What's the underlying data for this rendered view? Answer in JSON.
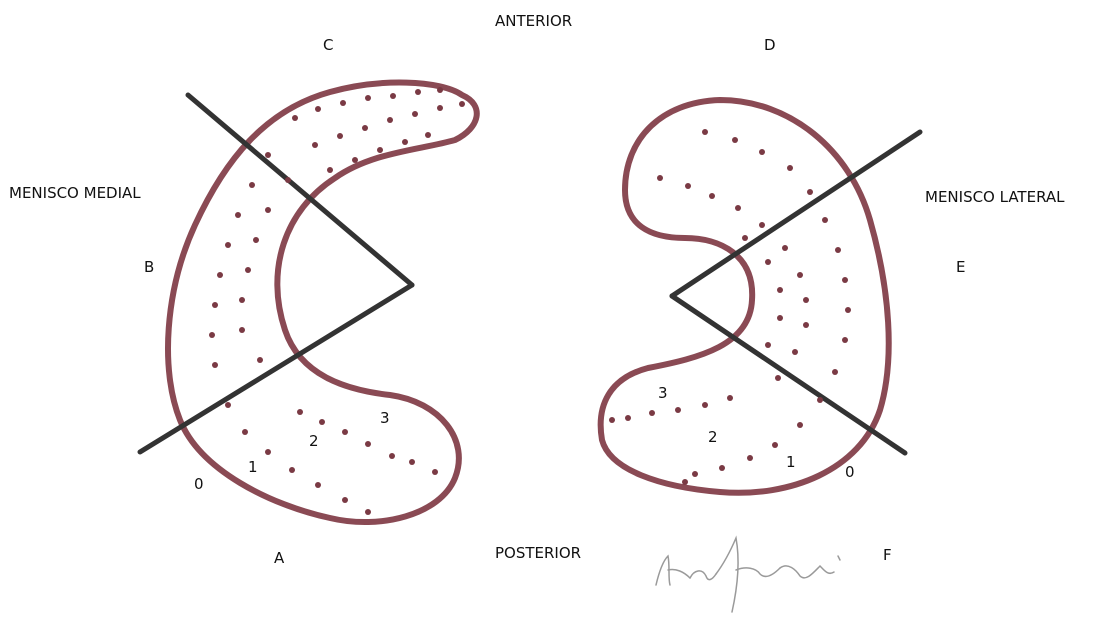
{
  "headings": {
    "anterior": "ANTERIOR",
    "posterior": "POSTERIOR"
  },
  "menisci": {
    "medial": {
      "label": "MENISCO MEDIAL"
    },
    "lateral": {
      "label": "MENISCO LATERAL"
    }
  },
  "region_letters": {
    "a": "A",
    "b": "B",
    "c": "C",
    "d": "D",
    "e": "E",
    "f": "F"
  },
  "zone_numbers": {
    "medial": [
      "0",
      "1",
      "2",
      "3"
    ],
    "lateral": [
      "0",
      "1",
      "2",
      "3"
    ]
  },
  "colors": {
    "meniscus_outline": "#8a4a54",
    "dots": "#7a3a44",
    "division_lines": "#333333",
    "signature": "#9a9a9a",
    "text": "#111111"
  },
  "signature": "Marcu Pereira"
}
